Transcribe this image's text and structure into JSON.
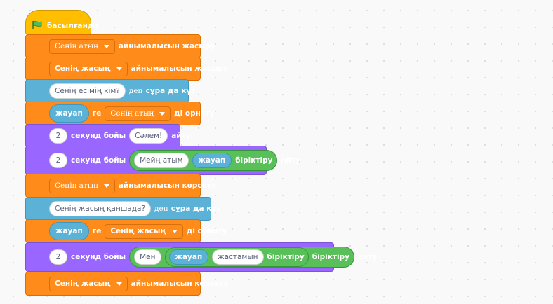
{
  "hat": {
    "label": "басылғанда"
  },
  "vars": {
    "name": "Сенің атың",
    "age": "Сенің жасың"
  },
  "labels": {
    "hide_var": "айнымалысын жасыру",
    "show_var": "айнымалысын көрсету",
    "ask_dep": "деп",
    "ask_wait": "сұра да күт",
    "answer": "жауап",
    "to": "ге",
    "set": "ді орнату",
    "seconds": "секунд бойы",
    "say": "айту",
    "join": "біріктіру"
  },
  "inputs": {
    "ask_name": "Сенің есімің кім?",
    "ask_age": "Сенің жасың қаншада?",
    "secs1": "2",
    "secs2": "2",
    "secs3": "2",
    "hello": "Сәлем!",
    "my_name_is": "Мейң атым",
    "i_am": "Мен",
    "years_old": "жастамын"
  },
  "colors": {
    "looks": "#9966ff",
    "variables": "#ff8c1a",
    "sensing": "#5cb1d6",
    "operators": "#59c059",
    "events": "#ffbf00"
  }
}
